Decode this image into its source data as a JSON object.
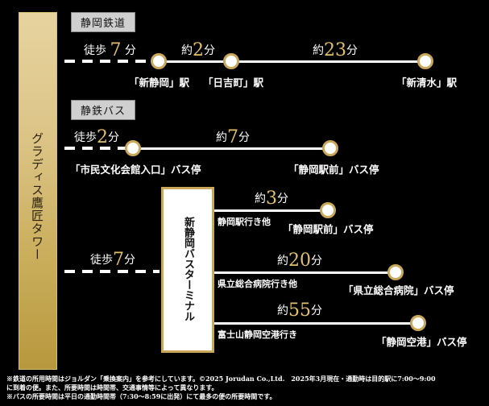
{
  "origin": {
    "label": "グラディス鷹匠タワー"
  },
  "colors": {
    "gold": "#c9a85a",
    "gold_num": "#e2c06a",
    "pill_bg": "#cfcfcf",
    "background": "#000000"
  },
  "railway": {
    "header": "静岡鉄道",
    "walk": {
      "prefix": "徒歩",
      "num": "7",
      "unit": "分"
    },
    "segments": [
      {
        "prefix": "約",
        "num": "2",
        "unit": "分"
      },
      {
        "prefix": "約",
        "num": "23",
        "unit": "分"
      }
    ],
    "stations": [
      "「新静岡」駅",
      "「日吉町」駅",
      "「新清水」駅"
    ]
  },
  "bus": {
    "header": "静鉄バス",
    "walk": {
      "prefix": "徒歩",
      "num": "2",
      "unit": "分"
    },
    "segment": {
      "prefix": "約",
      "num": "7",
      "unit": "分"
    },
    "stops": [
      "「市民文化会館入口」バス停",
      "「静岡駅前」バス停"
    ]
  },
  "terminal": {
    "label": "新静岡バスターミナル",
    "walk": {
      "prefix": "徒歩",
      "num": "7",
      "unit": "分"
    },
    "routes": [
      {
        "time": {
          "prefix": "約",
          "num": "3",
          "unit": "分"
        },
        "destination": "静岡駅行き他",
        "stop": "「静岡駅前」バス停"
      },
      {
        "time": {
          "prefix": "約",
          "num": "20",
          "unit": "分"
        },
        "destination": "県立総合病院行き他",
        "stop": "「県立総合病院」バス停"
      },
      {
        "time": {
          "prefix": "約",
          "num": "55",
          "unit": "分"
        },
        "destination": "富士山静岡空港行き",
        "stop": "「静岡空港」バス停"
      }
    ]
  },
  "footnotes": [
    "※鉄道の所用時間はジョルダン「乗換案内」を参考にしています。©2025 Jorudan Co.,Ltd.　2025年3月現在・通勤時は目的駅に7:00～9:00",
    "に到着の便。また、所要時間は時間帯、交通事情等によって異なります。",
    "※バスの所要時間は平日の通勤時間帯（7:30～8:59に出発）にて最多の便の所要時間です。"
  ]
}
